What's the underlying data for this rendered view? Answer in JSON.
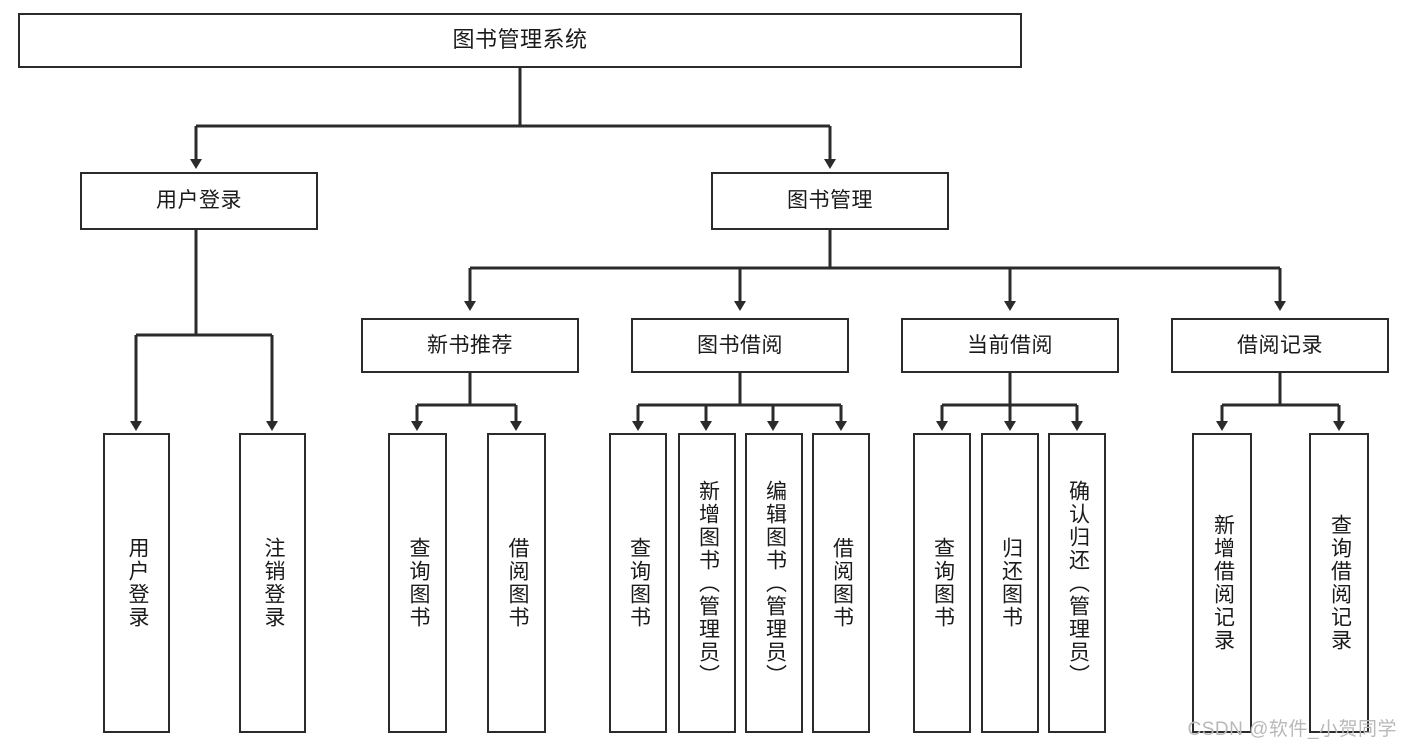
{
  "diagram": {
    "title": "图书管理系统",
    "type": "tree",
    "watermark": "CSDN @软件_小贺同学",
    "colors": {
      "box_border": "#2b2b2b",
      "box_fill": "#ffffff",
      "connector": "#2b2b2b",
      "text": "#1a1a1a",
      "watermark": "#b9b9b9",
      "background": "#ffffff"
    },
    "root": {
      "label": "图书管理系统"
    },
    "level2": [
      {
        "label": "用户登录"
      },
      {
        "label": "图书管理"
      }
    ],
    "level3": [
      {
        "label": "新书推荐"
      },
      {
        "label": "图书借阅"
      },
      {
        "label": "当前借阅"
      },
      {
        "label": "借阅记录"
      }
    ],
    "leaves": {
      "user_login": [
        {
          "label": "用户登录"
        },
        {
          "label": "注销登录"
        }
      ],
      "new_book_recommend": [
        {
          "label": "查询图书"
        },
        {
          "label": "借阅图书"
        }
      ],
      "book_borrow": [
        {
          "label": "查询图书"
        },
        {
          "label": "新增图书（管理员）"
        },
        {
          "label": "编辑图书（管理员）"
        },
        {
          "label": "借阅图书"
        }
      ],
      "current_borrow": [
        {
          "label": "查询图书"
        },
        {
          "label": "归还图书"
        },
        {
          "label": "确认归还（管理员）"
        }
      ],
      "borrow_record": [
        {
          "label": "新增借阅记录"
        },
        {
          "label": "查询借阅记录"
        }
      ]
    }
  }
}
